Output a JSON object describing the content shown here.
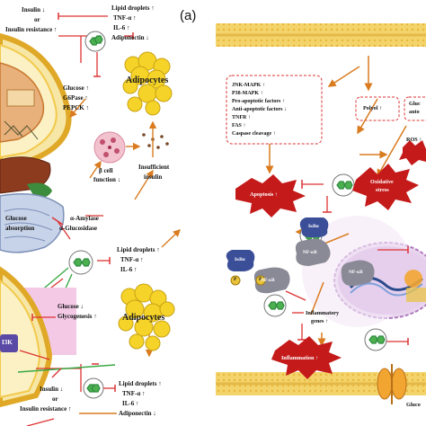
{
  "panel_label": "(a)",
  "left": {
    "top_insulin": [
      "Insulin ↓",
      "or",
      "Insulin resistance ↑"
    ],
    "top_lipid": [
      "Lipid droplets ↑",
      "TNF-α ↑",
      "IL-6 ↑",
      "Adiponectin ↓"
    ],
    "adipocytes_top": "Adipocytes",
    "liver_genes": [
      "Glucose ↑",
      "G6Pase ↑",
      "PEPCK ↑"
    ],
    "beta_cell": [
      "β cell",
      "function ↓"
    ],
    "insufficient": [
      "Insufficient",
      "insulin"
    ],
    "glucose_absorption": [
      "Glucose",
      "absorption"
    ],
    "amylase": [
      "α-Amylase",
      "α-Glucosidase"
    ],
    "lipid_mid": [
      "Lipid droplets ↑",
      "TNF-α ↑",
      "IL-6 ↑"
    ],
    "glucose_muscle": [
      "Glucose ↓",
      "Glycogenesis ↑"
    ],
    "adipocytes_bottom": "Adipocytes",
    "pi3k": "I3K",
    "bottom_insulin": [
      "Insulin ↓",
      "or",
      "Insulin resistance ↑"
    ],
    "bottom_lipid": [
      "Lipid droplets ↑",
      "TNF-α ↑",
      "IL-6 ↑",
      "Adiponectin ↓"
    ]
  },
  "right": {
    "mapk_list": [
      "JNK-MAPK ↑",
      "P38-MAPK ↑",
      "Pro-apoptotic factors ↑",
      "Anti-apoptotic factors ↓",
      "TNFR ↑",
      "FAS ↑",
      "Caspase cleavage ↑"
    ],
    "polyol": "Polyol ↑",
    "glucose_auto": [
      "Gluc",
      "auto"
    ],
    "ros": "ROS ↑",
    "apoptosis": "Apoptosis ↑",
    "oxidative": [
      "Oxidative",
      "stress"
    ],
    "ikba1": "IκBα",
    "nfkb1": "NF-κB",
    "ikba2": "IκBα",
    "nfkb2": "NF-κB",
    "nfkb3": "NF-κB",
    "p_label": "P",
    "inflammatory_genes": [
      "Inflammatory",
      "genes ↑"
    ],
    "inflammation": "Inflammation ↑",
    "gluco_bottom": "Gluco"
  }
}
